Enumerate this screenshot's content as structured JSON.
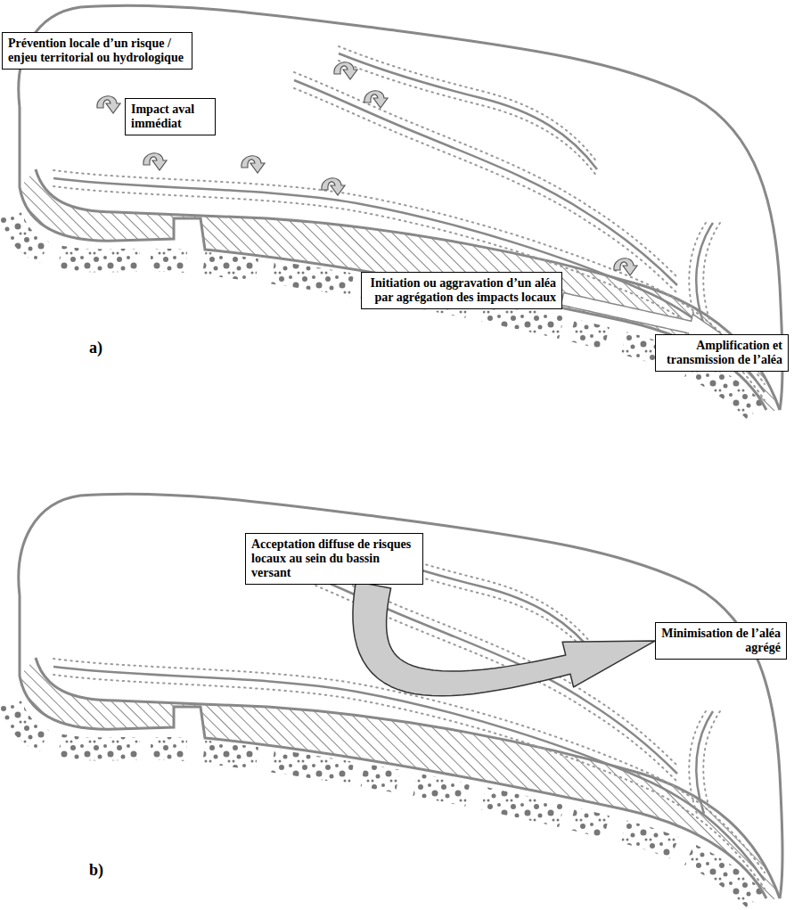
{
  "diagram": {
    "nodes": [
      {
        "text": [
          "Prévention locale d’un risque / enjeu territorial ou hydrologique"
        ]
      },
      {
        "text": [
          "Impact aval immédiat"
        ]
      },
      {
        "text": [
          "Initiation ou aggravation d’un aléa par agrégation des impacts locaux"
        ]
      },
      {
        "text": [
          "Amplification et transmission de l’aléa"
        ]
      },
      {
        "text": [
          "Acceptation diffuse de risques locaux au sein du bassin versant"
        ]
      },
      {
        "text": [
          "Minimisation de l’aléa agrégé"
        ]
      }
    ],
    "edges": [
      {
        "from": 2,
        "to": 3,
        "arrow": "to"
      },
      {
        "from": 4,
        "to": 5,
        "arrow": "to"
      }
    ],
    "labels": [
      "a)",
      "b)"
    ]
  }
}
